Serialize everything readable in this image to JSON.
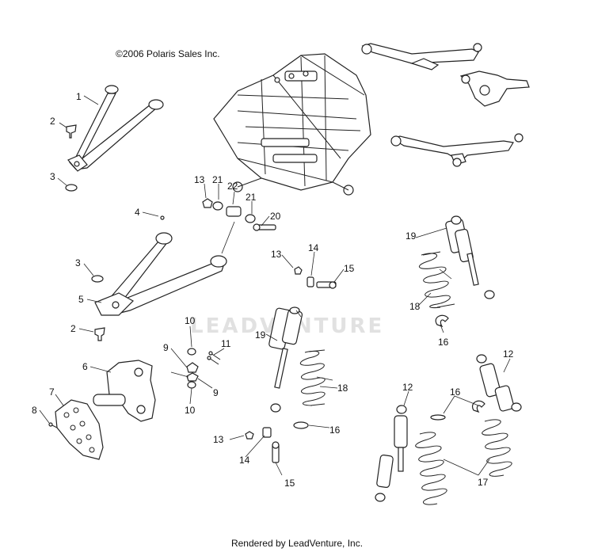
{
  "copyright": "©2006 Polaris Sales Inc.",
  "footer": "Rendered by LeadVenture, Inc.",
  "watermark": "LEADVENTURE",
  "callouts": [
    {
      "id": "c1",
      "text": "1"
    },
    {
      "id": "c2a",
      "text": "2"
    },
    {
      "id": "c3a",
      "text": "3"
    },
    {
      "id": "c4",
      "text": "4"
    },
    {
      "id": "c3b",
      "text": "3"
    },
    {
      "id": "c5",
      "text": "5"
    },
    {
      "id": "c2b",
      "text": "2"
    },
    {
      "id": "c6",
      "text": "6"
    },
    {
      "id": "c7",
      "text": "7"
    },
    {
      "id": "c8",
      "text": "8"
    },
    {
      "id": "c13a",
      "text": "13"
    },
    {
      "id": "c21a",
      "text": "21"
    },
    {
      "id": "c22",
      "text": "22"
    },
    {
      "id": "c21b",
      "text": "21"
    },
    {
      "id": "c20",
      "text": "20"
    },
    {
      "id": "c13b",
      "text": "13"
    },
    {
      "id": "c14a",
      "text": "14"
    },
    {
      "id": "c15a",
      "text": "15"
    },
    {
      "id": "c10a",
      "text": "10"
    },
    {
      "id": "c9a",
      "text": "9"
    },
    {
      "id": "c11",
      "text": "11"
    },
    {
      "id": "c9b",
      "text": "9"
    },
    {
      "id": "c10b",
      "text": "10"
    },
    {
      "id": "c19a",
      "text": "19"
    },
    {
      "id": "c18a",
      "text": "18"
    },
    {
      "id": "c16a",
      "text": "16"
    },
    {
      "id": "c13c",
      "text": "13"
    },
    {
      "id": "c14b",
      "text": "14"
    },
    {
      "id": "c15b",
      "text": "15"
    },
    {
      "id": "c19b",
      "text": "19"
    },
    {
      "id": "c18b",
      "text": "18"
    },
    {
      "id": "c16b",
      "text": "16"
    },
    {
      "id": "c12a",
      "text": "12"
    },
    {
      "id": "c12b",
      "text": "12"
    },
    {
      "id": "c16c",
      "text": "16"
    },
    {
      "id": "c17",
      "text": "17"
    }
  ]
}
